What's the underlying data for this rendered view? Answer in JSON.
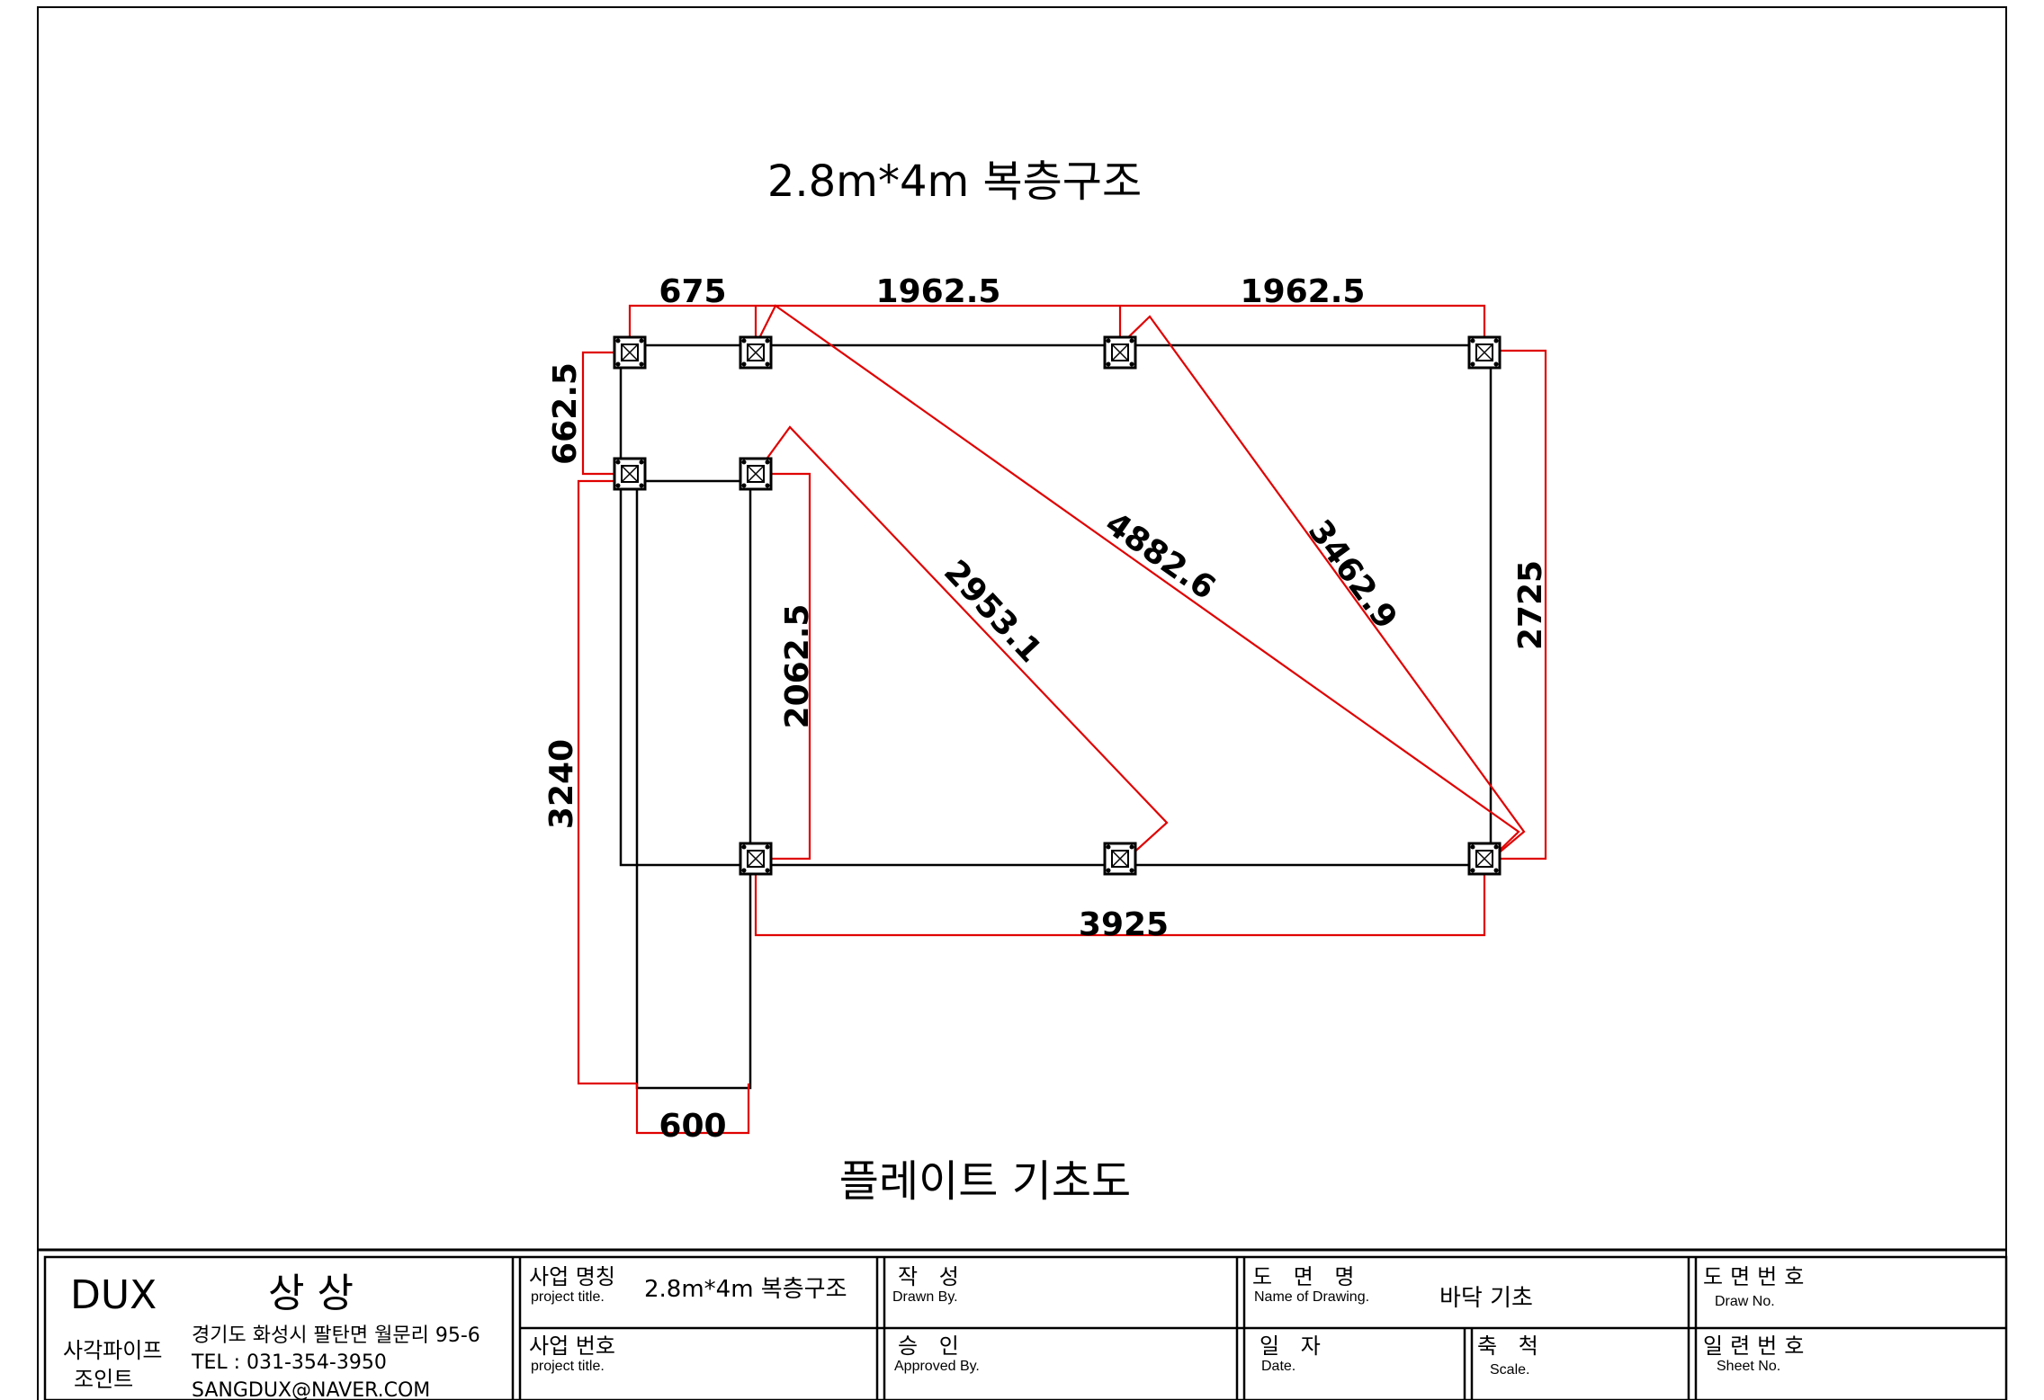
{
  "drawing": {
    "title": "2.8m*4m 복층구조",
    "subtitle": "플레이트 기초도"
  },
  "dimensions": {
    "top_1": "675",
    "top_2": "1962.5",
    "top_3": "1962.5",
    "left_1": "662.5",
    "left_2": "3240",
    "inner_1": "2062.5",
    "right_1": "2725",
    "bottom_1": "3925",
    "bottom_2": "600",
    "diag_1": "2953.1",
    "diag_2": "4882.6",
    "diag_3": "3462.9"
  },
  "title_block": {
    "company": "DUX",
    "company_kr": "상 상",
    "product_line1": "사각파이프",
    "product_line2": "조인트",
    "address": "경기도 화성시 팔탄면 월문리 95-6",
    "tel": "TEL : 031-354-3950",
    "email": "SANGDUX@NAVER.COM",
    "project_name_kr": "사업 명칭",
    "project_name_en": "project title.",
    "project_name_value": "2.8m*4m 복층구조",
    "project_no_kr": "사업 번호",
    "project_no_en": "project title.",
    "drawn_kr": "작  성",
    "drawn_en": "Drawn By.",
    "approved_kr": "승  인",
    "approved_en": "Approved By.",
    "drawing_name_kr": "도 면 명",
    "drawing_name_en": "Name of Drawing.",
    "drawing_name_value": "바닥 기초",
    "date_kr": "일 자",
    "date_en": "Date.",
    "scale_kr": "축 척",
    "scale_en": "Scale.",
    "draw_no_kr": "도면번호",
    "draw_no_en": "Draw No.",
    "sheet_no_kr": "일련번호",
    "sheet_no_en": "Sheet No."
  },
  "colors": {
    "dimension_line": "#e00000",
    "outline": "#000000"
  }
}
